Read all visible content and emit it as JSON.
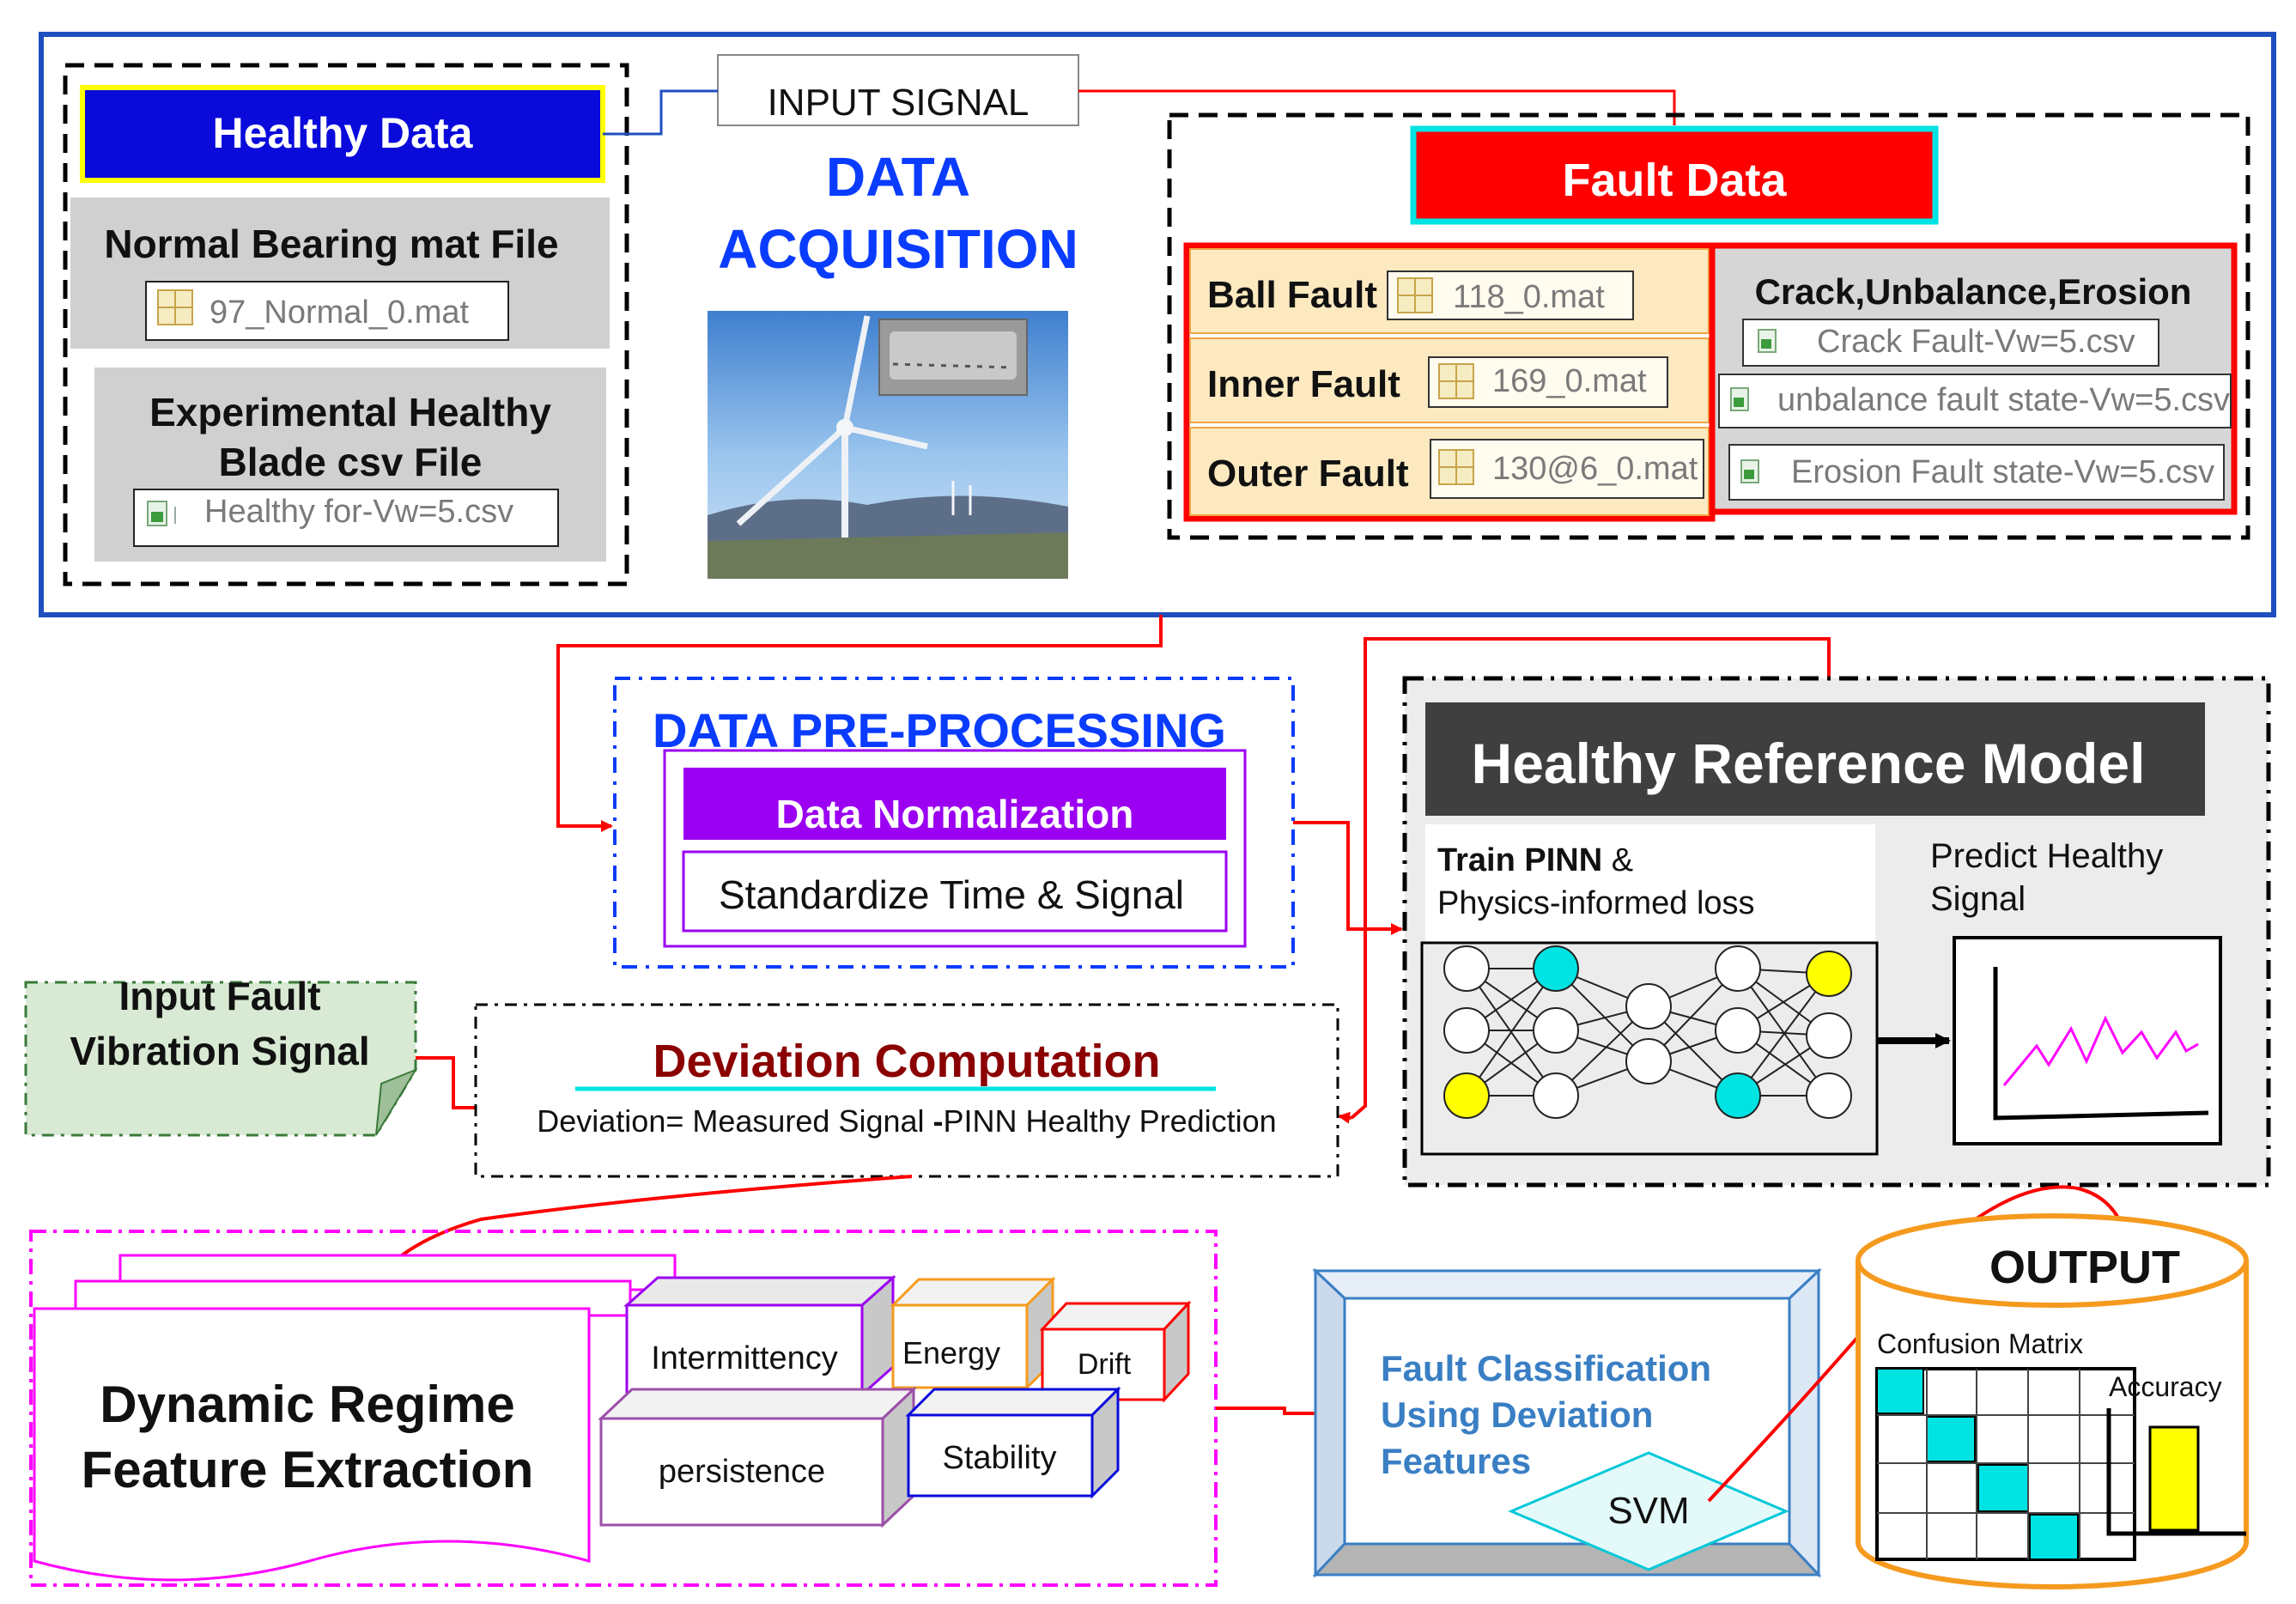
{
  "acquisition": {
    "input_signal": "INPUT SIGNAL",
    "title_line1": "DATA",
    "title_line2": "ACQUISITION",
    "healthy": {
      "header": "Healthy Data",
      "normal_bearing": "Normal Bearing mat File",
      "normal_file": "97_Normal_0.mat",
      "blade_line1": "Experimental Healthy",
      "blade_line2": "Blade csv File",
      "blade_file": "Healthy for-Vw=5.csv"
    },
    "fault": {
      "header": "Fault Data",
      "ball_label": "Ball Fault",
      "ball_file": "118_0.mat",
      "inner_label": "Inner Fault",
      "inner_file": "169_0.mat",
      "outer_label": "Outer Fault",
      "outer_file": "130@6_0.mat",
      "blade_header": "Crack,Unbalance,Erosion",
      "crack_file": "Crack Fault-Vw=5.csv",
      "unbalance_file": "unbalance fault state-Vw=5.csv",
      "erosion_file": "Erosion Fault state-Vw=5.csv"
    }
  },
  "preprocessing": {
    "title": "DATA PRE-PROCESSING",
    "normalization": "Data Normalization",
    "standardize": "Standardize Time & Signal"
  },
  "reference_model": {
    "title": "Healthy Reference  Model",
    "train_bold": "Train PINN",
    "train_amp": " &",
    "train_line2": "Physics-informed loss",
    "predict_line1": "Predict Healthy",
    "predict_line2": "Signal"
  },
  "input_fault": {
    "line1": "Input Fault",
    "line2": "Vibration Signal"
  },
  "deviation": {
    "title": "Deviation Computation",
    "formula_part1": "Deviation= Measured Signal ",
    "formula_minus": "-",
    "formula_part2": "PINN Healthy Prediction"
  },
  "features": {
    "title_line1": "Dynamic Regime",
    "title_line2": "Feature Extraction",
    "intermittency": "Intermittency",
    "energy": "Energy",
    "drift": "Drift",
    "persistence": "persistence",
    "stability": "Stability"
  },
  "classification": {
    "line1": "Fault Classification",
    "line2": "Using Deviation",
    "line3": "Features",
    "svm": "SVM"
  },
  "output": {
    "title": "OUTPUT",
    "confusion": "Confusion Matrix",
    "accuracy": "Accuracy"
  },
  "colors": {
    "main_blue": "#1f4fbf",
    "healthy_blue": "#0a0adb",
    "fault_red": "#ff0000",
    "normalization_purple": "#9b00f2",
    "deviation_title": "#8b0000",
    "classification_text": "#3a7fc4",
    "output_orange": "#f59a1e",
    "cyan": "#00e3e3",
    "yellow": "#ffff00",
    "magenta": "#ff00ff"
  }
}
